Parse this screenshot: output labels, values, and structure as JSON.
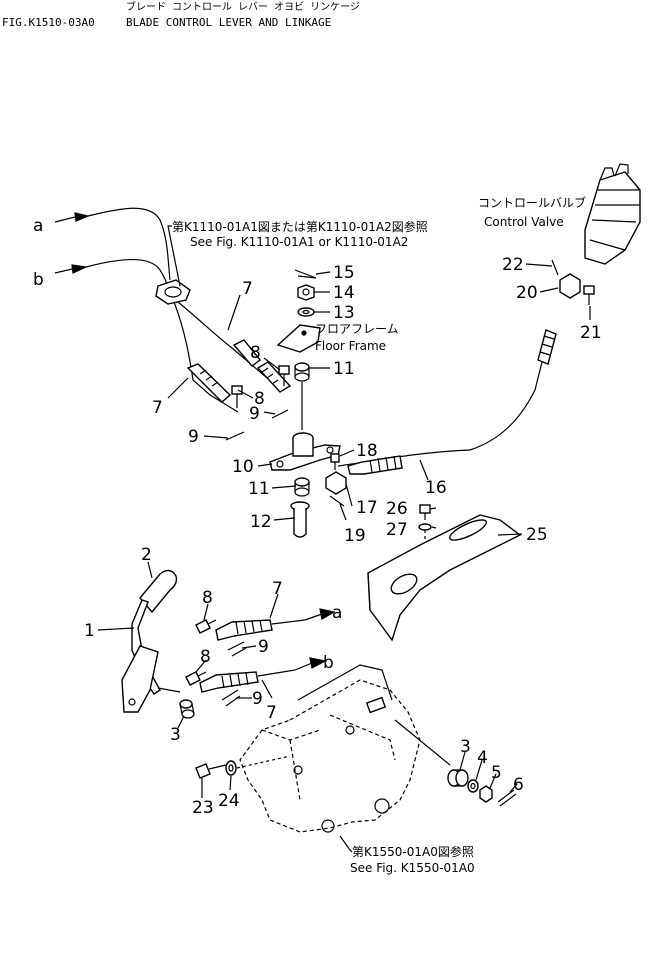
{
  "header": {
    "fig_no": "FIG.K1510-03A0",
    "jp_title": "ブレード コントロール レバー オヨビ リンケージ",
    "en_title": "BLADE CONTROL LEVER AND LINKAGE"
  },
  "references": {
    "ref1_jp": "第K1110-01A1図または第K1110-01A2図参照",
    "ref1_en": "See Fig. K1110-01A1 or K1110-01A2",
    "control_valve_jp": "コントロールバルブ",
    "control_valve_en": "Control Valve",
    "floor_frame_jp": "フロアフレーム",
    "floor_frame_en": "Floor Frame",
    "ref2_jp": "第K1550-01A0図参照",
    "ref2_en": "See Fig. K1550-01A0"
  },
  "cable_ends": {
    "a": "a",
    "b": "b"
  },
  "callouts": {
    "c15": "15",
    "c14": "14",
    "c13": "13",
    "c11a": "11",
    "c7a": "7",
    "c8a": "8",
    "c8b": "8",
    "c9a": "9",
    "c7b": "7",
    "c9b": "9",
    "c10": "10",
    "c11b": "11",
    "c12": "12",
    "c18": "18",
    "c17": "17",
    "c19": "19",
    "c16": "16",
    "c26": "26",
    "c27": "27",
    "c25": "25",
    "c22": "22",
    "c20": "20",
    "c21": "21",
    "c2": "2",
    "c1": "1",
    "c8c": "8",
    "c7c": "7",
    "c9c": "9",
    "c8d": "8",
    "c9d": "9",
    "c7d": "7",
    "c3a": "3",
    "c23": "23",
    "c24": "24",
    "c3b": "3",
    "c4": "4",
    "c5": "5",
    "c6": "6"
  }
}
